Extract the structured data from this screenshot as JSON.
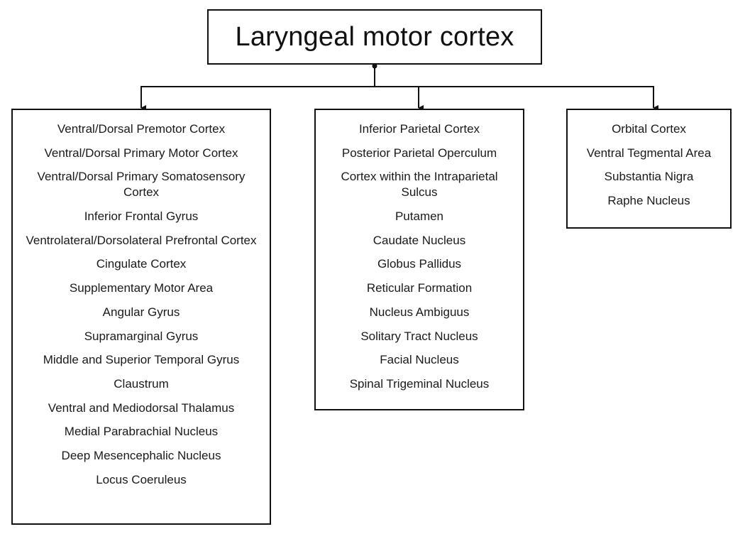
{
  "diagram": {
    "root": {
      "label": "Laryngeal motor cortex"
    },
    "children": [
      {
        "items": [
          "Ventral/Dorsal Premotor Cortex",
          "Ventral/Dorsal Primary Motor Cortex",
          "Ventral/Dorsal Primary Somatosensory Cortex",
          "Inferior Frontal Gyrus",
          "Ventrolateral/Dorsolateral Prefrontal Cortex",
          "Cingulate Cortex",
          "Supplementary Motor Area",
          "Angular Gyrus",
          "Supramarginal Gyrus",
          "Middle and Superior Temporal Gyrus",
          "Claustrum",
          "Ventral and Mediodorsal Thalamus",
          "Medial Parabrachial Nucleus",
          "Deep Mesencephalic Nucleus",
          "Locus Coeruleus"
        ]
      },
      {
        "items": [
          "Inferior Parietal Cortex",
          "Posterior Parietal Operculum",
          "Cortex within the Intraparietal Sulcus",
          "Putamen",
          "Caudate Nucleus",
          "Globus Pallidus",
          "Reticular Formation",
          "Nucleus Ambiguus",
          "Solitary Tract Nucleus",
          "Facial Nucleus",
          "Spinal Trigeminal Nucleus"
        ]
      },
      {
        "items": [
          "Orbital Cortex",
          "Ventral Tegmental Area",
          "Substantia Nigra",
          "Raphe Nucleus"
        ]
      }
    ],
    "colors": {
      "line": "#111111",
      "text": "#1a1a1a",
      "background": "#ffffff"
    }
  }
}
